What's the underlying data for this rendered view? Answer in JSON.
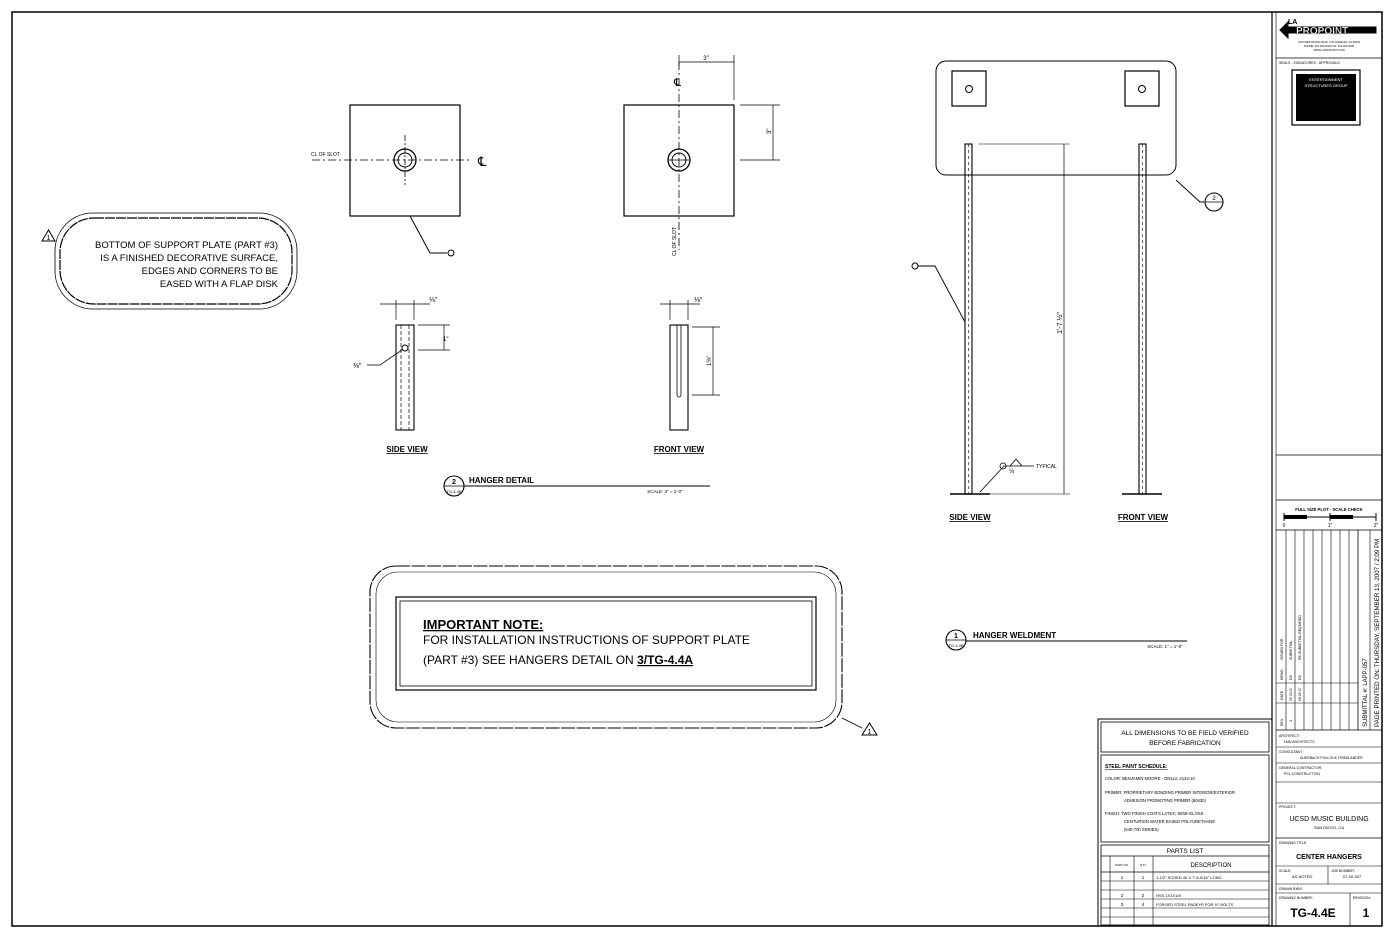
{
  "cloud_note": {
    "lines": [
      "BOTTOM OF SUPPORT PLATE (PART #3)",
      "IS A FINISHED DECORATIVE SURFACE,",
      "EDGES AND CORNERS TO BE",
      "EASED WITH A FLAP DISK"
    ],
    "rev_mark": "1"
  },
  "hanger_detail": {
    "cl_slot_label": "CL OF SLOT",
    "cl_slot_label_vertical": "CL OF SLOT",
    "centerline_symbol": "℄",
    "dim_top_width": "3\"",
    "dim_top_height": "3\"",
    "dim_side_thk": "⅛\"",
    "dim_side_hole": "1\"",
    "dim_side_dia": "⅜\"",
    "dim_front_thk": "⅛\"",
    "dim_front_slot": "1⅜\"",
    "side_view_label": "SIDE VIEW",
    "front_view_label": "FRONT VIEW",
    "callout_number": "2",
    "callout_sheet": "TG-4.4E",
    "title": "HANGER DETAIL",
    "scale": "SCALE: 3\" = 1'-0\""
  },
  "hanger_weldment": {
    "side_view_label": "SIDE VIEW",
    "front_view_label": "FRONT VIEW",
    "dim_height": "1'-7 ½\"",
    "weld_note": "TYPICAL",
    "weld_size": "⅛",
    "callout_part_2": "2",
    "callout_number": "1",
    "callout_sheet": "TG-4.4E",
    "title": "HANGER WELDMENT",
    "scale": "SCALE: 1\" = 1'-0\""
  },
  "important_note": {
    "heading": "IMPORTANT NOTE:",
    "line1": "FOR INSTALLATION INSTRUCTIONS OF SUPPORT PLATE",
    "line2_prefix": "(PART #3) SEE HANGERS DETAIL ON",
    "line2_ref": "3/TG-4.4A",
    "rev_mark": "1"
  },
  "notes_box": {
    "field_verify_1": "ALL DIMENSIONS TO BE FIELD VERIFIED",
    "field_verify_2": "BEFORE FABRICATION",
    "paint_title": "STEEL PAINT SCHEDULE:",
    "paint_color": "COLOR: BENJAMIN MOORE - ON112, 2133-10",
    "paint_primer_1": "PRIMER: PROPRIETARY BONDING PRIMER INTERIOR/EXTERIOR",
    "paint_primer_2": "ADHESION PROMOTING PRIMER (60430)",
    "paint_finish_1": "FINISH: TWO FINISH COATS LATEX; SEMI-GLOSS",
    "paint_finish_2": "CENTURION WATER BASED POLYURETHANE",
    "paint_finish_3": "(540-700 SERIES)",
    "parts_title": "PARTS LIST",
    "parts_header": [
      "PART NO.",
      "QTY",
      "DESCRIPTION"
    ],
    "parts": [
      {
        "part": "1",
        "qty": "1",
        "desc": "1-1/2\" SCHED 40 X 7'-6-9/16\" LONG"
      },
      {
        "part": "",
        "qty": "",
        "desc": ""
      },
      {
        "part": "2",
        "qty": "2",
        "desc": "HSS 1X1X1/8"
      },
      {
        "part": "3",
        "qty": "4",
        "desc": "FORGED STEEL PADEYE FOR ⅜\" BOLTS"
      },
      {
        "part": "",
        "qty": "",
        "desc": ""
      }
    ]
  },
  "title_block": {
    "logo_small": "LA",
    "logo_main": "PROPOINT",
    "address_1": "3170 WESTWOOD BLVD. LOS ANGELES, CA 90034",
    "address_2": "PHONE: 310-000-0000  FAX: 310-000-0000",
    "address_3": "WWW.LAPROPOINT.COM",
    "seal_title": "SEALS - SIGNATURES - APPROVALS",
    "stamp_1": "ENTERTAINMENT",
    "stamp_2": "STRUCTURES GROUP",
    "plot_scale_title": "FULL SIZE PLOT - SCALE CHECK",
    "plot_scale_ticks": [
      "0",
      "1\"",
      "2\""
    ],
    "issue_columns": [
      "REV",
      "DATE",
      "DRWN",
      "ISSUED FOR"
    ],
    "issue_rows": [
      {
        "rev": "1",
        "date": "09.24.07",
        "drwn": "DS",
        "issued": "SUBMITTAL"
      },
      {
        "rev": "",
        "date": "08.20.07",
        "drwn": "DS",
        "issued": "RE-SUBMITTAL REQUIRED"
      }
    ],
    "submittal_no": "SUBMITTAL #: LAPP-057",
    "printed_on": "PAGE PRINTED ON: THURSDAY, SEPTEMBER 13, 2007 / 2:09 PM",
    "architect_label": "ARCHITECT:",
    "architect": "LMN ARCHITECTS",
    "consultant_label": "CONSULTANT:",
    "consultant": "AUERBACH POLLOCK FRIEDLANDER",
    "gc_label": "GENERAL CONTRACTOR:",
    "gc": "PCL CONSTRUCTION",
    "project_label": "PROJECT:",
    "project": "UCSD MUSIC BUILDING",
    "project_city": "SAN DIEGO, CA",
    "drawing_title_label": "DRAWING TITLE:",
    "drawing_title": "CENTER HANGERS",
    "scale_label": "SCALE:",
    "scale_value": "AS NOTED",
    "job_label": "JOB NUMBER:",
    "job_value": "07-00-007",
    "drawn_label": "DRAWN BY:",
    "drawn_value": "DS",
    "number_label": "DRAWING NUMBER:",
    "number_value": "TG-4.4E",
    "revision_label": "REVISION:",
    "revision_value": "1"
  }
}
